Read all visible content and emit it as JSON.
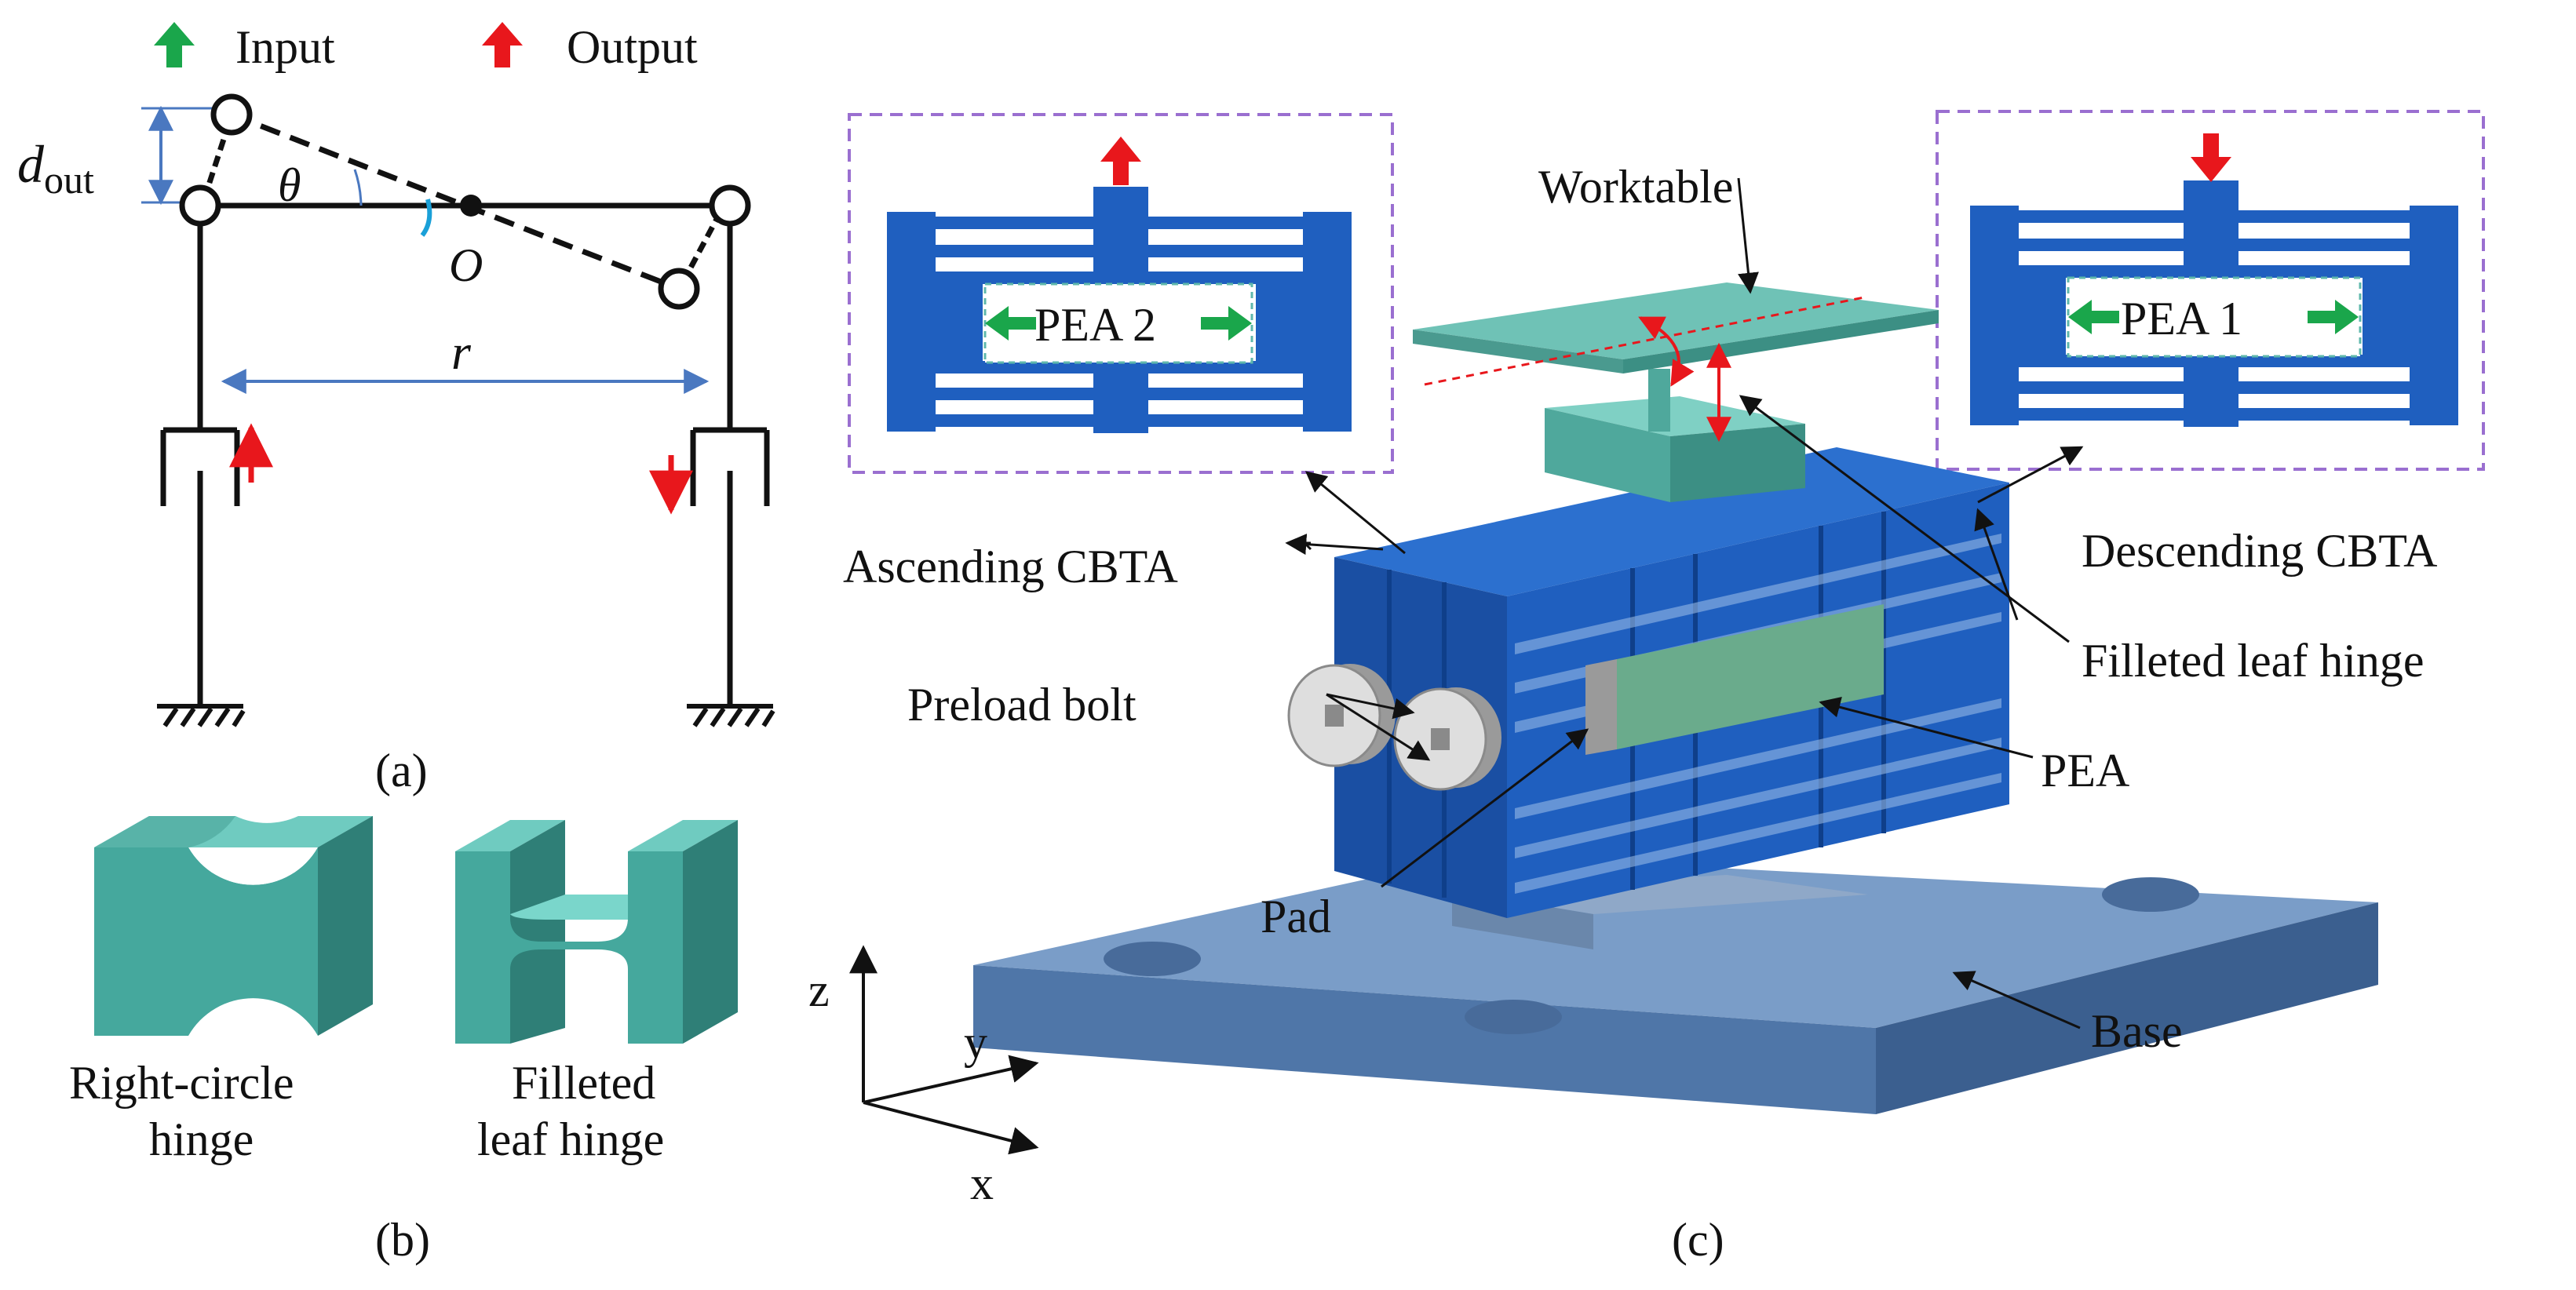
{
  "panel_a": {
    "legend_input": "Input",
    "legend_output": "Output",
    "d_out": "d",
    "d_out_sub": "out",
    "theta": "θ",
    "pivot": "O",
    "r": "r",
    "caption": "(a)"
  },
  "panel_b": {
    "hinge1_line1": "Right-circle",
    "hinge1_line2": "hinge",
    "hinge2_line1": "Filleted",
    "hinge2_line2": "leaf hinge",
    "caption": "(b)"
  },
  "panel_c": {
    "inset_left_label": "PEA 2",
    "inset_right_label": "PEA 1",
    "worktable": "Worktable",
    "ascending": "Ascending CBTA",
    "descending": "Descending CBTA",
    "filleted": "Filleted leaf hinge",
    "preload": "Preload bolt",
    "pea": "PEA",
    "pad": "Pad",
    "base": "Base",
    "axis_z": "z",
    "axis_y": "y",
    "axis_x": "x",
    "caption": "(c)"
  },
  "colors": {
    "input_arrow": "#1aa64b",
    "output_arrow": "#e8171c",
    "blue": "#1f5fbf",
    "teal": "#5fb8ac",
    "base": "#6f93bd"
  }
}
